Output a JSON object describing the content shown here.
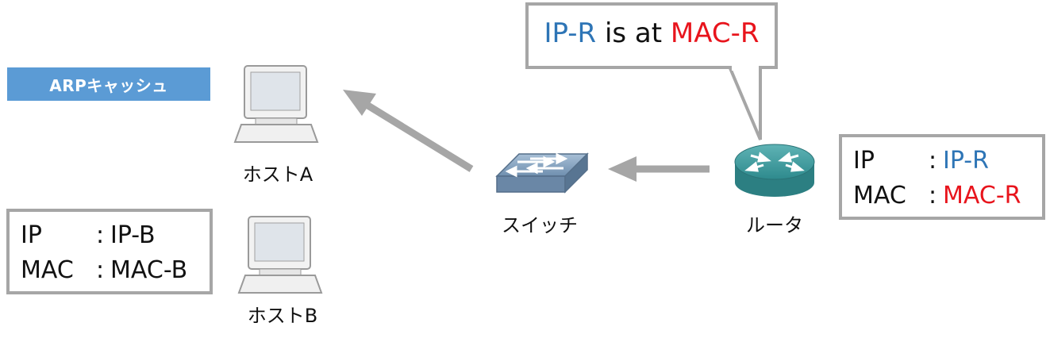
{
  "arp_cache": {
    "label": "ARPキャッシュ"
  },
  "nodes": {
    "host_a": {
      "label": "ホストA"
    },
    "host_b": {
      "label": "ホストB"
    },
    "switch": {
      "label": "スイッチ"
    },
    "router": {
      "label": "ルータ"
    }
  },
  "host_b_info": {
    "ip_key": "IP",
    "ip_sep": ":",
    "ip_value": "IP-B",
    "mac_key": "MAC",
    "mac_sep": ":",
    "mac_value": "MAC-B"
  },
  "router_info": {
    "ip_key": "IP",
    "ip_sep": ":",
    "ip_value": "IP-R",
    "mac_key": "MAC",
    "mac_sep": ":",
    "mac_value": "MAC-R"
  },
  "arp_reply": {
    "ip": "IP-R",
    "middle": " is at ",
    "mac": "MAC-R"
  },
  "colors": {
    "ip": "#2e75b6",
    "mac": "#e8141c",
    "border": "#a6a6a6",
    "tag": "#5b9bd5",
    "arrow": "#a6a6a6"
  }
}
